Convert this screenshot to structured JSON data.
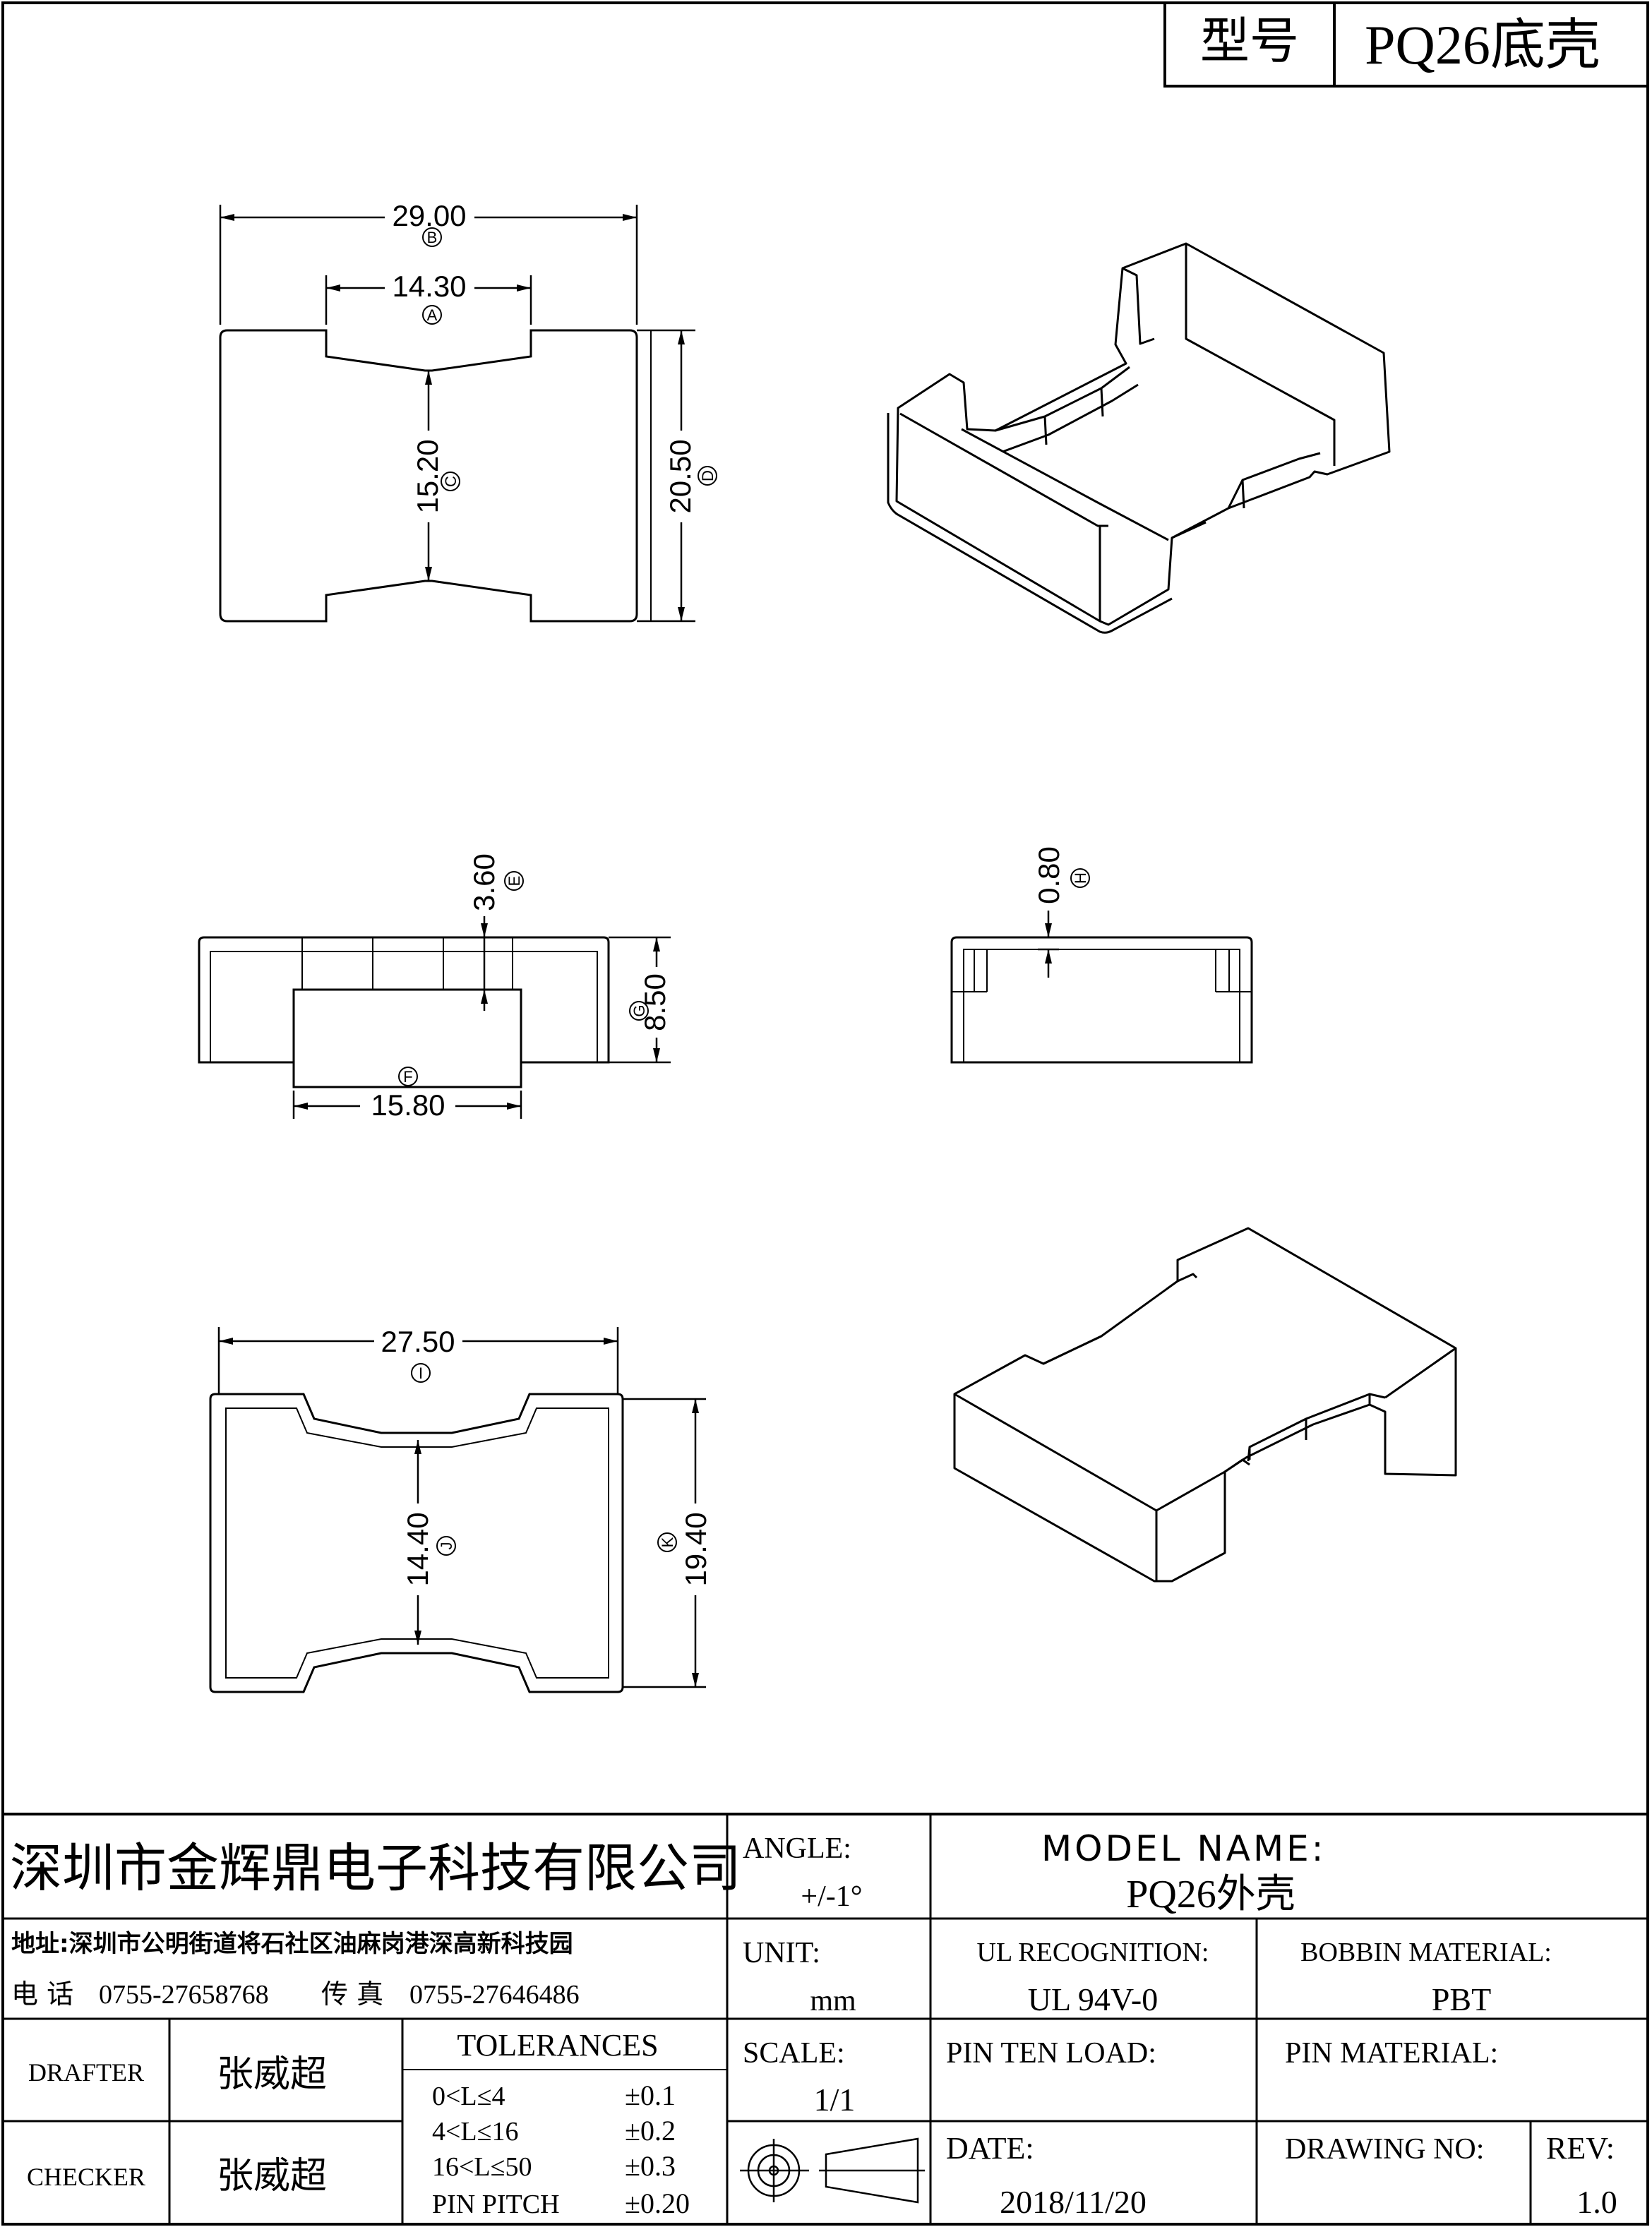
{
  "model_box": {
    "label": "型号",
    "value": "PQ26底壳"
  },
  "views": {
    "top": {
      "width_total": "29.00",
      "width_total_ref": "B",
      "slot_width": "14.30",
      "slot_width_ref": "A",
      "inner_height": "15.20",
      "inner_height_ref": "C",
      "outer_height": "20.50",
      "outer_height_ref": "D"
    },
    "side": {
      "step_height": "3.60",
      "step_height_ref": "E",
      "total_height": "8.50",
      "total_height_ref": "G",
      "bottom_width": "15.80",
      "bottom_width_ref": "F"
    },
    "end": {
      "wall": "0.80",
      "wall_ref": "H"
    },
    "bottom": {
      "width": "27.50",
      "width_ref": "I",
      "inner_height": "14.40",
      "inner_height_ref": "J",
      "outer_height": "19.40",
      "outer_height_ref": "K"
    }
  },
  "title_block": {
    "company": "深圳市金辉鼎电子科技有限公司",
    "address": "地址:深圳市公明街道将石社区油麻岗港深高新科技园",
    "phone_label": "电 话",
    "phone": "0755-27658768",
    "fax_label": "传 真",
    "fax": "0755-27646486",
    "angle_label": "ANGLE:",
    "angle_value": "+/-1°",
    "model_name_label": "MODEL NAME:",
    "model_name_value": "PQ26外壳",
    "unit_label": "UNIT:",
    "unit_value": "mm",
    "ul_label": "UL RECOGNITION:",
    "ul_value": "UL 94V-0",
    "bobbin_label": "BOBBIN MATERIAL:",
    "bobbin_value": "PBT",
    "drafter_label": "DRAFTER",
    "drafter_name": "张威超",
    "checker_label": "CHECKER",
    "checker_name": "张威超",
    "tolerances_title": "TOLERANCES",
    "tolerances": [
      {
        "range": "0<L≤4",
        "value": "±0.1"
      },
      {
        "range": "4<L≤16",
        "value": "±0.2"
      },
      {
        "range": "16<L≤50",
        "value": "±0.3"
      },
      {
        "range": "PIN PITCH",
        "value": "±0.20"
      }
    ],
    "scale_label": "SCALE:",
    "scale_value": "1/1",
    "pin_ten_load_label": "PIN TEN LOAD:",
    "pin_material_label": "PIN MATERIAL:",
    "date_label": "DATE:",
    "date_value": "2018/11/20",
    "drawing_no_label": "DRAWING NO:",
    "rev_label": "REV:",
    "rev_value": "1.0"
  }
}
